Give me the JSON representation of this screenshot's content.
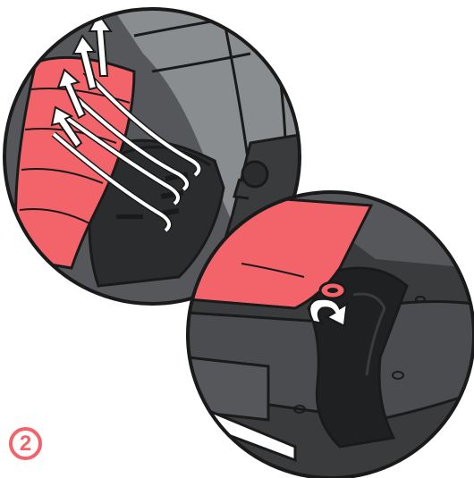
{
  "step": {
    "number": "2",
    "color": "#f2636a"
  },
  "illustration": {
    "panels": [
      {
        "name": "harness-strap-adjustment",
        "icon": "strap-pull-arrows"
      },
      {
        "name": "seat-belt-release",
        "icon": "rotate-arrow"
      }
    ],
    "colors": {
      "accent_red": "#f2636a",
      "fabric_dark": "#3a3b3d",
      "fabric_mid": "#55575a",
      "fabric_light": "#6f7275",
      "outline": "#1a1a1a"
    }
  }
}
